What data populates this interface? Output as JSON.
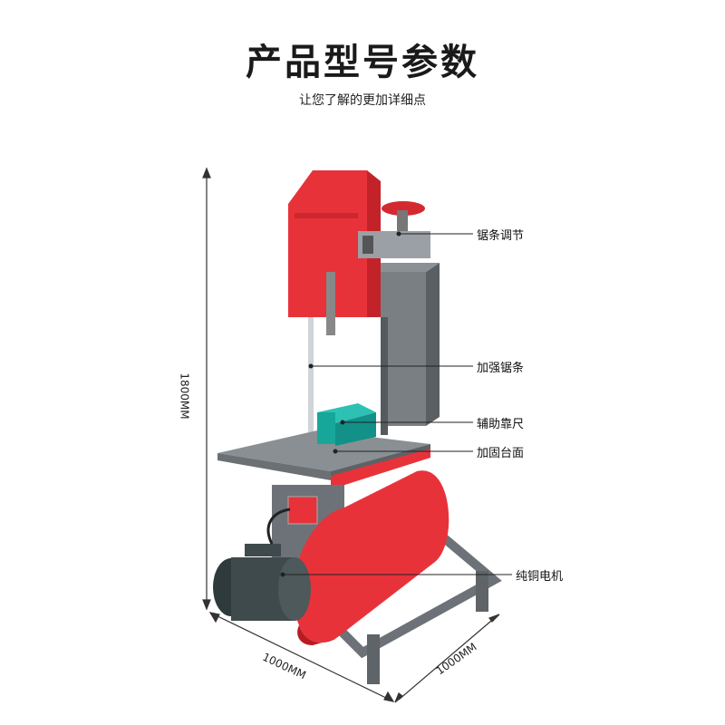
{
  "header": {
    "title": "产品型号参数",
    "subtitle": "让您了解的更加详细点"
  },
  "callouts": [
    {
      "label": "锯条调节"
    },
    {
      "label": "加强锯条"
    },
    {
      "label": "辅助靠尺"
    },
    {
      "label": "加固台面"
    },
    {
      "label": "纯铜电机"
    }
  ],
  "dimensions": {
    "height": "1800MM",
    "width_left": "1000MM",
    "width_right": "1000MM"
  },
  "colors": {
    "body_red": "#e8323a",
    "frame_gray": "#6d7278",
    "table_gray": "#8a8f94",
    "fence_teal": "#16a79a",
    "motor_dark": "#3f4a4c"
  }
}
